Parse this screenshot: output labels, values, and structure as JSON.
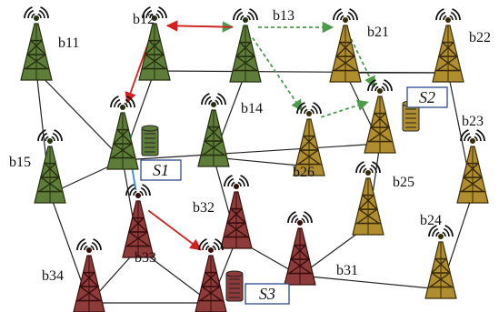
{
  "towers": [
    {
      "id": "b11",
      "label": "b11",
      "color": "green"
    },
    {
      "id": "b12",
      "label": "b12",
      "color": "green"
    },
    {
      "id": "b13",
      "label": "b13",
      "color": "green"
    },
    {
      "id": "b14",
      "label": "b14",
      "color": "green"
    },
    {
      "id": "b15",
      "label": "b15",
      "color": "green"
    },
    {
      "id": "s1t",
      "label": "",
      "color": "green"
    },
    {
      "id": "b21",
      "label": "b21",
      "color": "gold"
    },
    {
      "id": "b22",
      "label": "b22",
      "color": "gold"
    },
    {
      "id": "b23",
      "label": "b23",
      "color": "gold"
    },
    {
      "id": "b24",
      "label": "b24",
      "color": "gold"
    },
    {
      "id": "b25",
      "label": "b25",
      "color": "gold"
    },
    {
      "id": "b26",
      "label": "b26",
      "color": "gold"
    },
    {
      "id": "s2t",
      "label": "",
      "color": "gold"
    },
    {
      "id": "b31",
      "label": "b31",
      "color": "red"
    },
    {
      "id": "b32",
      "label": "b32",
      "color": "red"
    },
    {
      "id": "b33",
      "label": "b33",
      "color": "red"
    },
    {
      "id": "b34",
      "label": "b34",
      "color": "red"
    },
    {
      "id": "s3t",
      "label": "",
      "color": "red"
    }
  ],
  "servers": [
    {
      "id": "S1",
      "label": "S1",
      "color": "green"
    },
    {
      "id": "S2",
      "label": "S2",
      "color": "gold"
    },
    {
      "id": "S3",
      "label": "S3",
      "color": "red"
    }
  ],
  "links": [
    [
      "b11",
      "b15"
    ],
    [
      "b11",
      "s1t"
    ],
    [
      "b12",
      "s1t"
    ],
    [
      "b12",
      "b22"
    ],
    [
      "b13",
      "b14"
    ],
    [
      "b14",
      "b26"
    ],
    [
      "b14",
      "b32"
    ],
    [
      "s1t",
      "b15"
    ],
    [
      "s1t",
      "s2t"
    ],
    [
      "b15",
      "b34"
    ],
    [
      "b34",
      "b33"
    ],
    [
      "b34",
      "s3t"
    ],
    [
      "b33",
      "s3t"
    ],
    [
      "b32",
      "s3t"
    ],
    [
      "b32",
      "b31"
    ],
    [
      "b31",
      "b25"
    ],
    [
      "b31",
      "b24"
    ],
    [
      "b25",
      "s2t"
    ],
    [
      "s2t",
      "b21"
    ],
    [
      "b21",
      "b22"
    ],
    [
      "b22",
      "b23"
    ],
    [
      "b23",
      "b24"
    ],
    [
      "s1t",
      "b33"
    ]
  ],
  "flows": [
    {
      "from": "b12",
      "to": "b13",
      "color": "#4e9a4e",
      "style": "solid"
    },
    {
      "from": "b13",
      "to": "b21",
      "color": "#4e9a4e",
      "style": "dashed"
    },
    {
      "from": "b21",
      "to": "s2t",
      "color": "#4e9a4e",
      "style": "dashed"
    },
    {
      "from": "b13",
      "to": "b26",
      "color": "#4e9a4e",
      "style": "dashed"
    },
    {
      "from": "b26",
      "to": "s2t",
      "color": "#4e9a4e",
      "style": "dashed"
    },
    {
      "from": "b13",
      "to": "b12",
      "color": "#d42020",
      "style": "solid"
    },
    {
      "from": "b12",
      "to": "s1t",
      "color": "#d42020",
      "style": "solid"
    },
    {
      "from": "b33",
      "to": "s3t",
      "color": "#d42020",
      "style": "solid"
    },
    {
      "from": "b33",
      "to": "s1t",
      "color": "#3a8fd6",
      "style": "solid"
    }
  ],
  "colors": {
    "green": {
      "fill": "#5f7d3a",
      "dark": "#25300f"
    },
    "gold": {
      "fill": "#b08d2e",
      "dark": "#3a2c08"
    },
    "red": {
      "fill": "#8e3b3b",
      "dark": "#3a0d0d"
    },
    "link": "#222222",
    "server_box_border": "#2d4a8a"
  },
  "icons": {
    "tower": "cell-tower-icon",
    "server": "server-rack-icon",
    "arrow": "arrow-head-icon"
  }
}
